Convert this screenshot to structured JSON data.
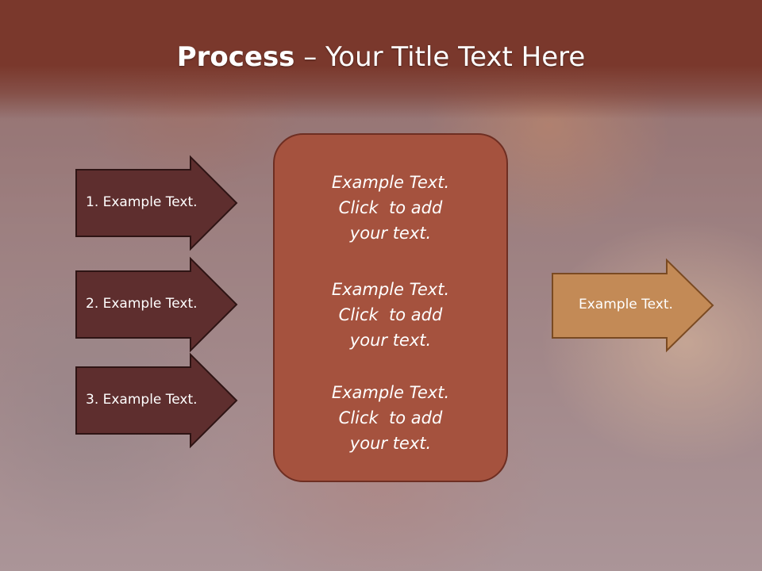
{
  "title": {
    "bold": "Process",
    "rest": " – Your Title Text Here"
  },
  "steps": [
    {
      "label": "1. Example Text."
    },
    {
      "label": "2. Example Text."
    },
    {
      "label": "3. Example Text."
    }
  ],
  "center_blocks": [
    {
      "line1": "Example Text.",
      "line2": "Click  to add",
      "line3": "your text."
    },
    {
      "line1": "Example Text.",
      "line2": "Click  to add",
      "line3": "your text."
    },
    {
      "line1": "Example Text.",
      "line2": "Click  to add",
      "line3": "your text."
    }
  ],
  "result": {
    "label": "Example Text."
  },
  "colors": {
    "title_band": "#7a382c",
    "step_arrow_fill": "#5e2e2e",
    "center_box_fill": "#a5523e",
    "result_arrow_fill": "#c38a56"
  }
}
